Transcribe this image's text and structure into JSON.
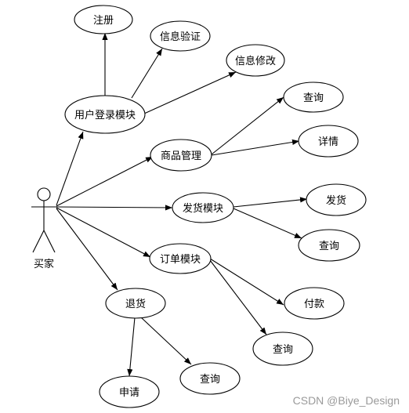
{
  "actor": {
    "label": "买家"
  },
  "nodes": {
    "register": "注册",
    "info_verify": "信息验证",
    "info_edit": "信息修改",
    "user_login": "用户登录模块",
    "product_mgmt": "商品管理",
    "product_query": "查询",
    "product_detail": "详情",
    "ship_module": "发货模块",
    "ship_send": "发货",
    "ship_query": "查询",
    "order_module": "订单模块",
    "order_pay": "付款",
    "order_query": "查询",
    "refund": "退货",
    "refund_apply": "申请",
    "refund_query": "查询"
  },
  "watermark": "CSDN @Biye_Design",
  "colors": {
    "stroke": "#000000",
    "background": "#ffffff",
    "watermark": "#9a9a9a"
  }
}
